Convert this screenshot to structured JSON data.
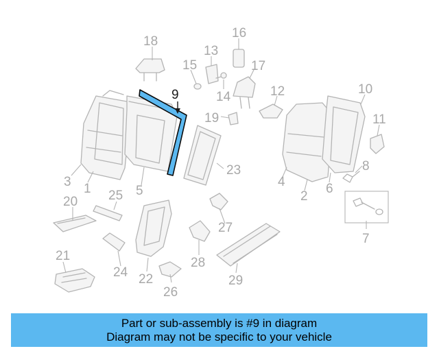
{
  "diagram": {
    "highlight_color": "#5bb8f0",
    "highlighted_part": "9",
    "callouts": {
      "c1": "1",
      "c2": "2",
      "c3": "3",
      "c4": "4",
      "c5": "5",
      "c6": "6",
      "c7": "7",
      "c8": "8",
      "c9": "9",
      "c10": "10",
      "c11": "11",
      "c12": "12",
      "c13": "13",
      "c14": "14",
      "c15": "15",
      "c16": "16",
      "c17": "17",
      "c18": "18",
      "c19": "19",
      "c20": "20",
      "c21": "21",
      "c22": "22",
      "c23": "23",
      "c24": "24",
      "c25": "25",
      "c26": "26",
      "c27": "27",
      "c28": "28",
      "c29": "29"
    }
  },
  "banner": {
    "line1": "Part or sub-assembly is #9 in diagram",
    "line2": "Diagram may not be specific to your vehicle",
    "color": "#5bb8f0"
  }
}
